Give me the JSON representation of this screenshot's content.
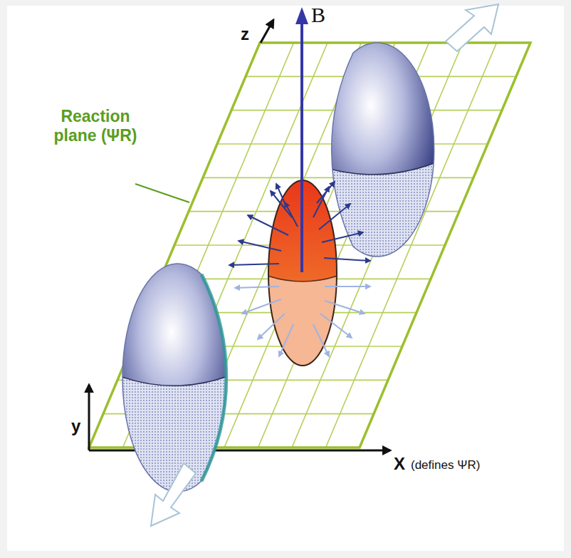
{
  "diagram": {
    "labels": [
      "Reaction plane (ΨR)",
      "z",
      "B",
      "y",
      "X",
      "(defines ΨR)"
    ]
  }
}
